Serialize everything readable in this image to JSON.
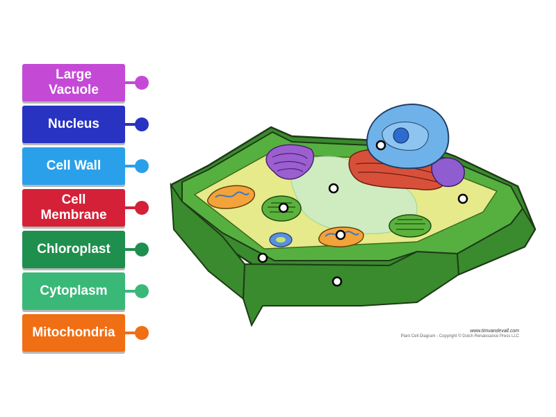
{
  "labels": [
    {
      "text": "Large\nVacuole",
      "color": "#c44ad6"
    },
    {
      "text": "Nucleus",
      "color": "#2833c2"
    },
    {
      "text": "Cell Wall",
      "color": "#2ba0ea"
    },
    {
      "text": "Cell\nMembrane",
      "color": "#d42138"
    },
    {
      "text": "Chloroplast",
      "color": "#1f8f4e"
    },
    {
      "text": "Cytoplasm",
      "color": "#3ab878"
    },
    {
      "text": "Mitochondria",
      "color": "#f06e14"
    }
  ],
  "credits": {
    "site": "www.timvandevall.com",
    "copyright": "Plant Cell Diagram - Copyright © Dutch Renaissance Press LLC"
  },
  "colors": {
    "cell_wall_dark": "#3a8a2e",
    "cell_wall_light": "#56b040",
    "cytoplasm": "#e6ea8a",
    "vacuole": "#c9ecc8",
    "nucleus": "#6fb2ea",
    "golgi": "#9b5fd0",
    "er": "#d9503a"
  }
}
